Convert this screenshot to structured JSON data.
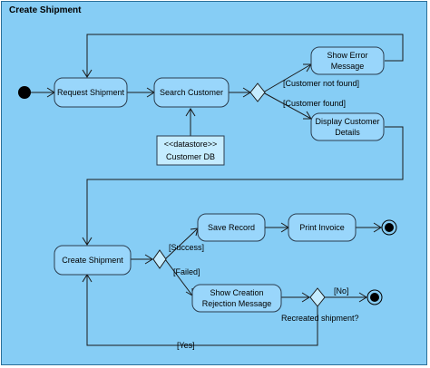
{
  "diagram": {
    "title": "Create Shipment",
    "nodes": {
      "request_shipment": "Request Shipment",
      "search_customer": "Search Customer",
      "datastore_stereotype": "<<datastore>>",
      "customer_db": "Customer DB",
      "show_error_message_1": "Show Error",
      "show_error_message_2": "Message",
      "display_customer_details_1": "Display Customer",
      "display_customer_details_2": "Details",
      "create_shipment": "Create Shipment",
      "save_record": "Save Record",
      "print_invoice": "Print Invoice",
      "show_creation_rejection_1": "Show Creation",
      "show_creation_rejection_2": "Rejection Message"
    },
    "guards": {
      "customer_not_found": "[Customer not found]",
      "customer_found": "[Customer found]",
      "success": "[Success]",
      "failed": "[Failed]",
      "no": "[No]",
      "yes": "[Yes]",
      "recreated_shipment": "Recreated shipment?"
    }
  }
}
